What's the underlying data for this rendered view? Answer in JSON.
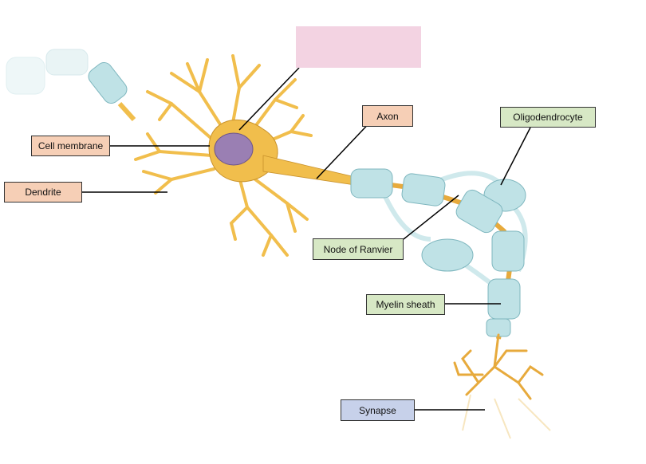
{
  "colors": {
    "neuron_fill": "#f1be4c",
    "neuron_edge": "#c9922b",
    "nucleus": "#9a7fb3",
    "myelin": "#bfe2e6",
    "myelin_edge": "#7fb7bf",
    "label_orange": "#f6cfb6",
    "label_green": "#d7e8c5",
    "label_blue": "#c7d1ea",
    "label_pink": "#f3d3e2"
  },
  "labels": {
    "blank": "",
    "axon": "Axon",
    "oligodendrocyte": "Oligodendrocyte",
    "cell_membrane": "Cell membrane",
    "dendrite": "Dendrite",
    "node_of_ranvier": "Node of Ranvier",
    "myelin_sheath": "Myelin sheath",
    "synapse": "Synapse"
  }
}
